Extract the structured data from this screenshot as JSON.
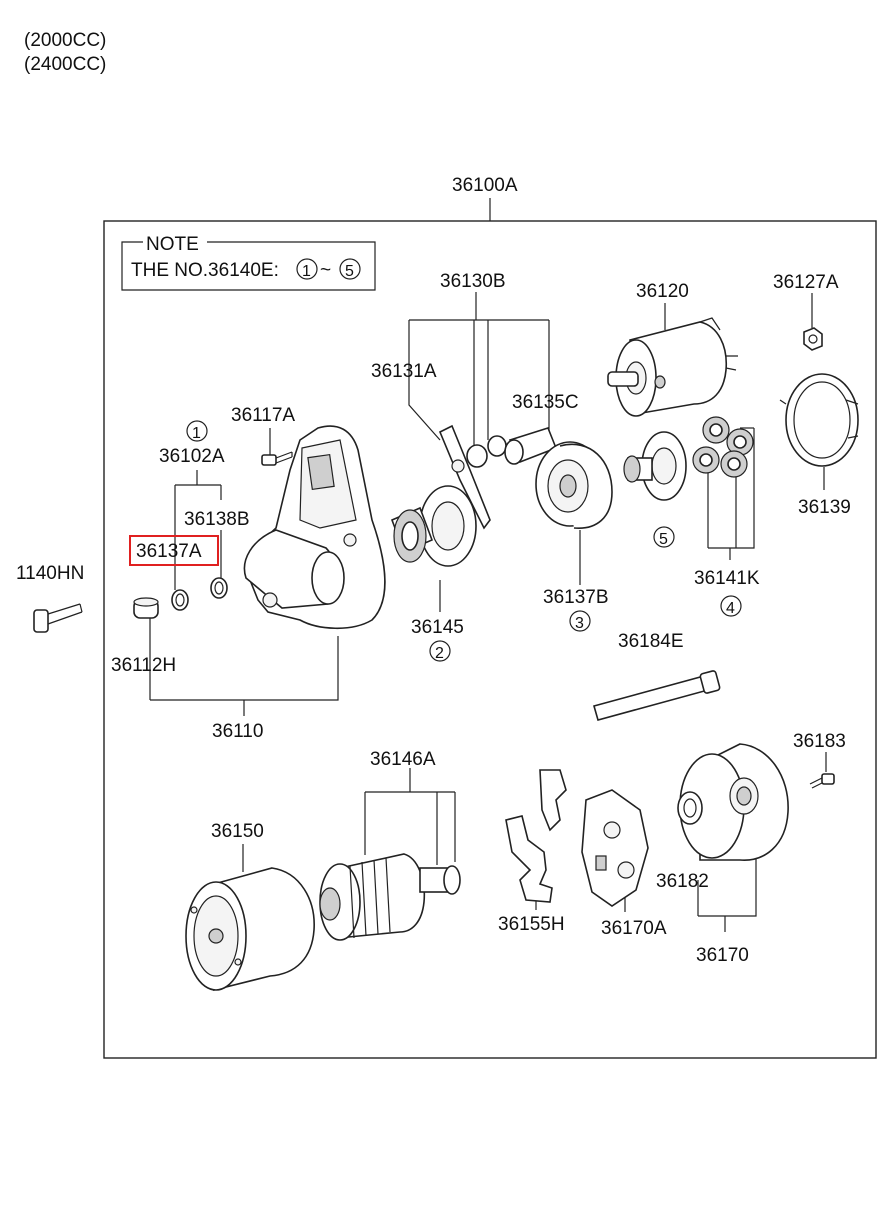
{
  "variants": [
    "(2000CC)",
    "(2400CC)"
  ],
  "note": {
    "title": "NOTE",
    "text": "THE NO.36140E:",
    "range_from": "1",
    "range_sep": "~",
    "range_to": "5"
  },
  "highlight_color": "#e02020",
  "labels": {
    "assembly": "36100A",
    "p36130B": "36130B",
    "p36120": "36120",
    "p36127A": "36127A",
    "p36131A": "36131A",
    "p36135C": "36135C",
    "p36117A": "36117A",
    "p36102A": "36102A",
    "p36138B": "36138B",
    "p36137A": "36137A",
    "p36139": "36139",
    "p1140HN": "1140HN",
    "p36145": "36145",
    "p36137B": "36137B",
    "p36141K": "36141K",
    "p36112H": "36112H",
    "p36184E": "36184E",
    "p36110": "36110",
    "p36183": "36183",
    "p36146A": "36146A",
    "p36150": "36150",
    "p36182": "36182",
    "p36155H": "36155H",
    "p36170A": "36170A",
    "p36170": "36170"
  },
  "markers": {
    "m1": "1",
    "m2": "2",
    "m3": "3",
    "m4": "4",
    "m5": "5"
  }
}
